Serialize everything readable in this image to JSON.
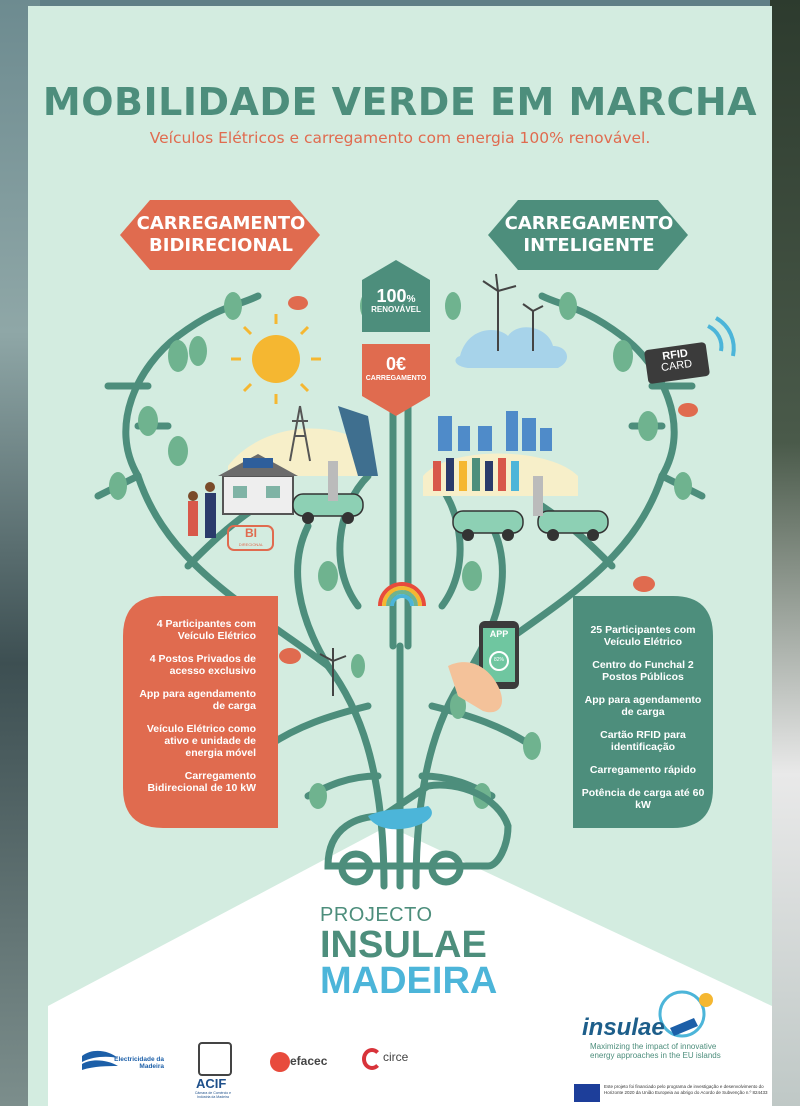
{
  "header": {
    "title": "MOBILIDADE VERDE EM MARCHA",
    "subtitle": "Veículos Elétricos e carregamento com energia 100% renovável."
  },
  "tags": {
    "left": [
      "CARREGAMENTO",
      "BIDIRECIONAL"
    ],
    "right": [
      "CARREGAMENTO",
      "INTELIGENTE"
    ]
  },
  "center_badges": {
    "renewable_value": "100",
    "renewable_unit": "%",
    "renewable_label": "RENOVÁVEL",
    "cost_value": "0€",
    "cost_label": "CARREGAMENTO"
  },
  "labels": {
    "rfid_line1": "RFID",
    "rfid_line2": "CARD",
    "bi_line1": "BI",
    "bi_line2": "DIRECIONAL",
    "app": "APP",
    "battery": "82%"
  },
  "left_panel": [
    "4 Participantes com Veículo Elétrico",
    "4 Postos Privados de acesso exclusivo",
    "App para agendamento de carga",
    "Veículo Elétrico como ativo e unidade de energia móvel",
    "Carregamento Bidirecional de 10 kW"
  ],
  "right_panel": [
    "25 Participantes com Veículo Elétrico",
    "Centro do Funchal 2 Postos Públicos",
    "App para agendamento de carga",
    "Cartão RFID para identificação",
    "Carregamento rápido",
    "Potência de carga até 60 kW"
  ],
  "project": {
    "line1": "PROJECTO",
    "line2": "INSULAE",
    "line3": "MADEIRA"
  },
  "logos": {
    "electricidade": "Electricidade da Madeira",
    "acif": "ACIF",
    "acif_sub": "Câmara de Comércio e Indústria da Madeira",
    "efacec": "efacec",
    "circe": "circe",
    "insulae": "insulae",
    "insulae_tagline": "Maximizing the impact of innovative energy approaches in the EU islands",
    "eu_text": "Este projeto foi financiado pelo programa de investigação e desenvolvimento do Horizonte 2020 da União Europeia ao abrigo do Acordo de Subvenção n.º 824433"
  },
  "colors": {
    "background": "#d3ece0",
    "green": "#4d8e7c",
    "coral": "#e06b4f",
    "blue": "#4cb5d9"
  }
}
